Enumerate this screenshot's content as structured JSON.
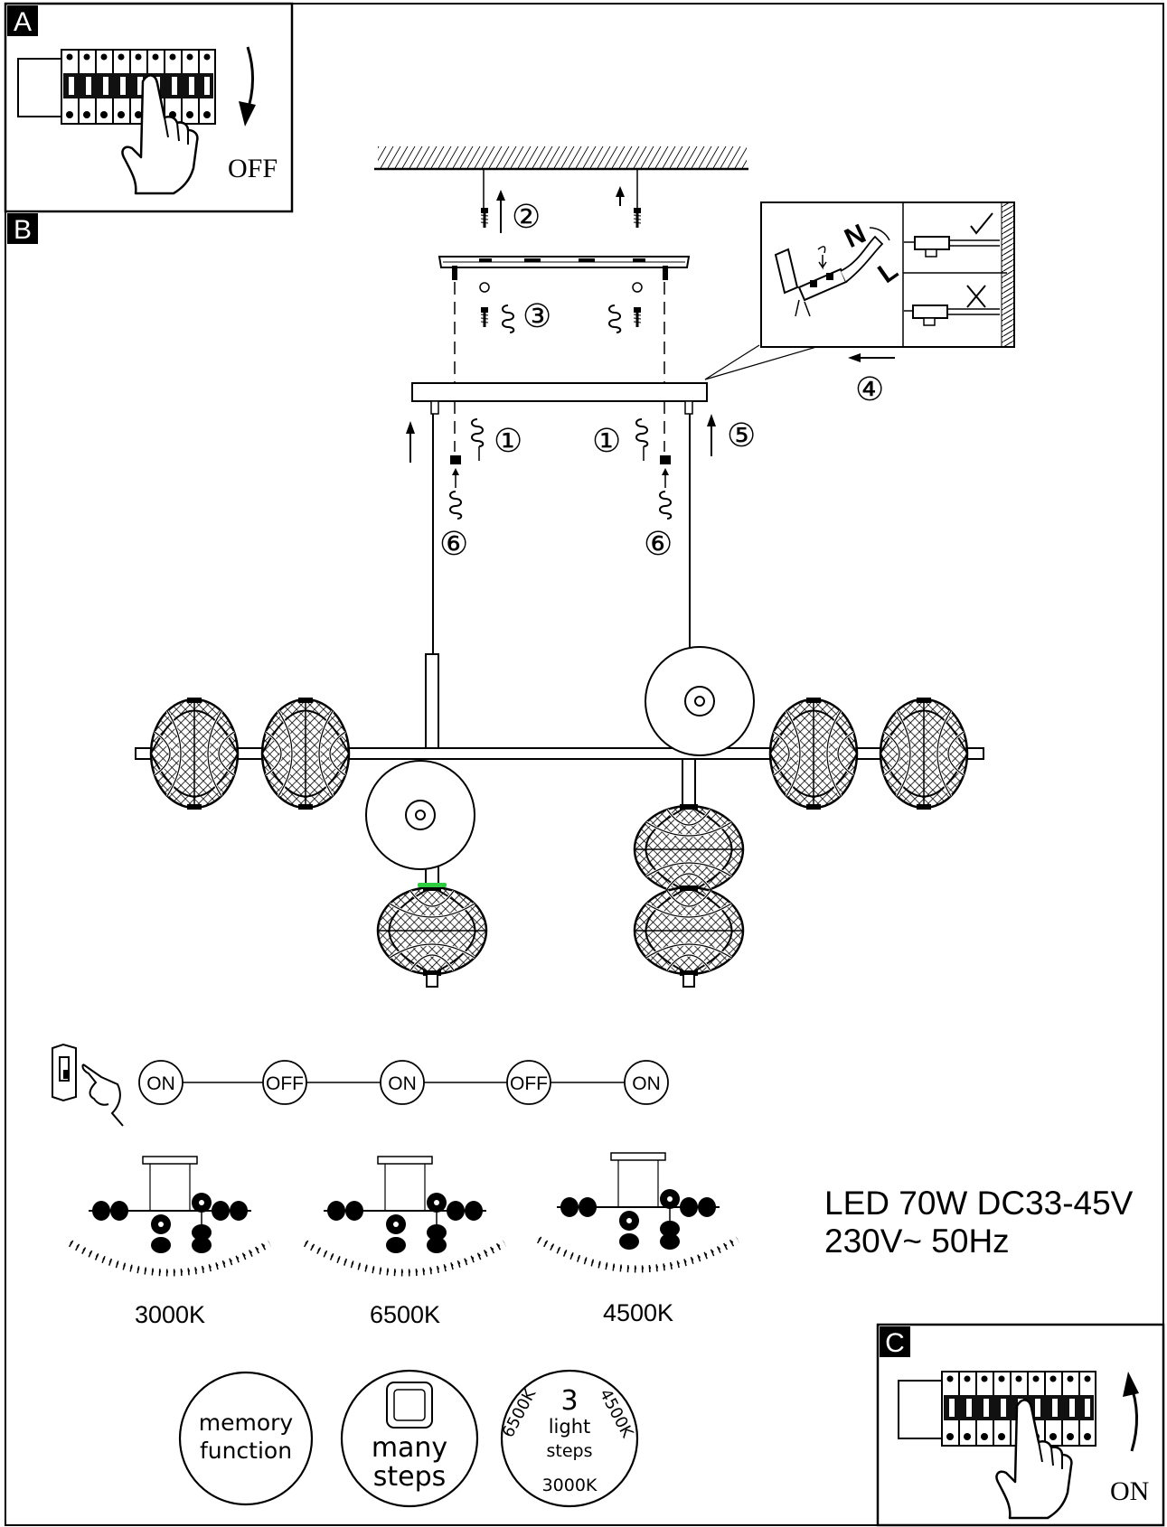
{
  "panels": {
    "a": {
      "letter": "A",
      "state_label": "OFF"
    },
    "b": {
      "letter": "B"
    },
    "c": {
      "letter": "C",
      "state_label": "ON"
    }
  },
  "steps": {
    "s1": "①",
    "s2": "②",
    "s3": "③",
    "s4": "④",
    "s5": "⑤",
    "s6": "⑥"
  },
  "wiring": {
    "neutral": "N",
    "live": "L"
  },
  "switch_sequence": [
    "ON",
    "OFF",
    "ON",
    "OFF",
    "ON"
  ],
  "color_temps": [
    "3000K",
    "6500K",
    "4500K"
  ],
  "spec": {
    "line1": "LED 70W DC33-45V",
    "line2": "230V~ 50Hz"
  },
  "features": {
    "memory": {
      "line1": "memory",
      "line2": "function"
    },
    "steps": {
      "line1": "many",
      "line2": "steps"
    },
    "light_steps": {
      "number": "3",
      "line1": "light",
      "line2": "steps",
      "temp_left": "6500K",
      "temp_right": "4500K",
      "temp_bottom": "3000K"
    }
  },
  "colors": {
    "ink": "#000000",
    "paper": "#ffffff",
    "highlight": "#2ecc40"
  }
}
